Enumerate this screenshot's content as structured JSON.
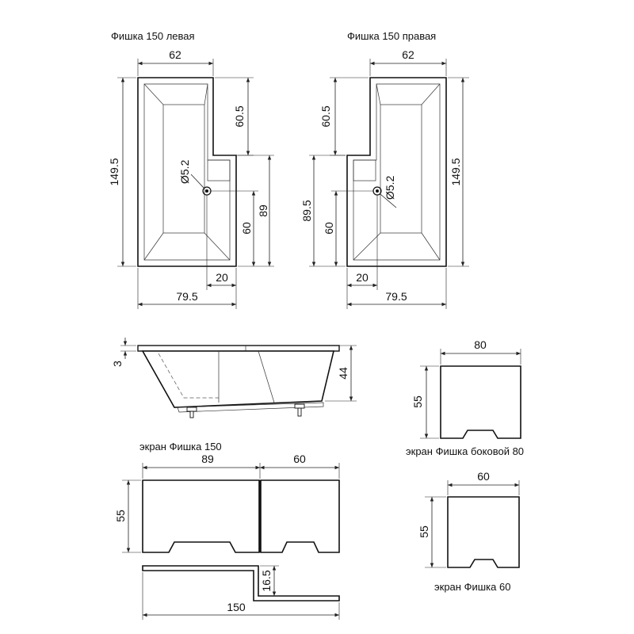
{
  "titles": {
    "left": "Фишка 150 левая",
    "right": "Фишка 150 правая",
    "screen150": "экран Фишка 150",
    "side80": "экран Фишка боковой 80",
    "screen60": "экран Фишка 60"
  },
  "left_plan": {
    "top": "62",
    "height": "149.5",
    "notch": "60.5",
    "d89": "89",
    "d60": "60",
    "hole": "Ø5.2",
    "d20": "20",
    "width": "79.5"
  },
  "right_plan": {
    "top": "62",
    "height": "149.5",
    "notch": "60.5",
    "d895": "89.5",
    "d60": "60",
    "hole": "Ø5.2",
    "d20": "20",
    "width": "79.5"
  },
  "side_view": {
    "rim": "3",
    "depth": "44"
  },
  "side80": {
    "width": "80",
    "height": "55"
  },
  "screen150": {
    "w89": "89",
    "w60": "60",
    "height": "55",
    "d165": "16.5",
    "total": "150"
  },
  "screen60": {
    "width": "60",
    "height": "55"
  },
  "colors": {
    "line": "#111111",
    "background": "#ffffff"
  }
}
